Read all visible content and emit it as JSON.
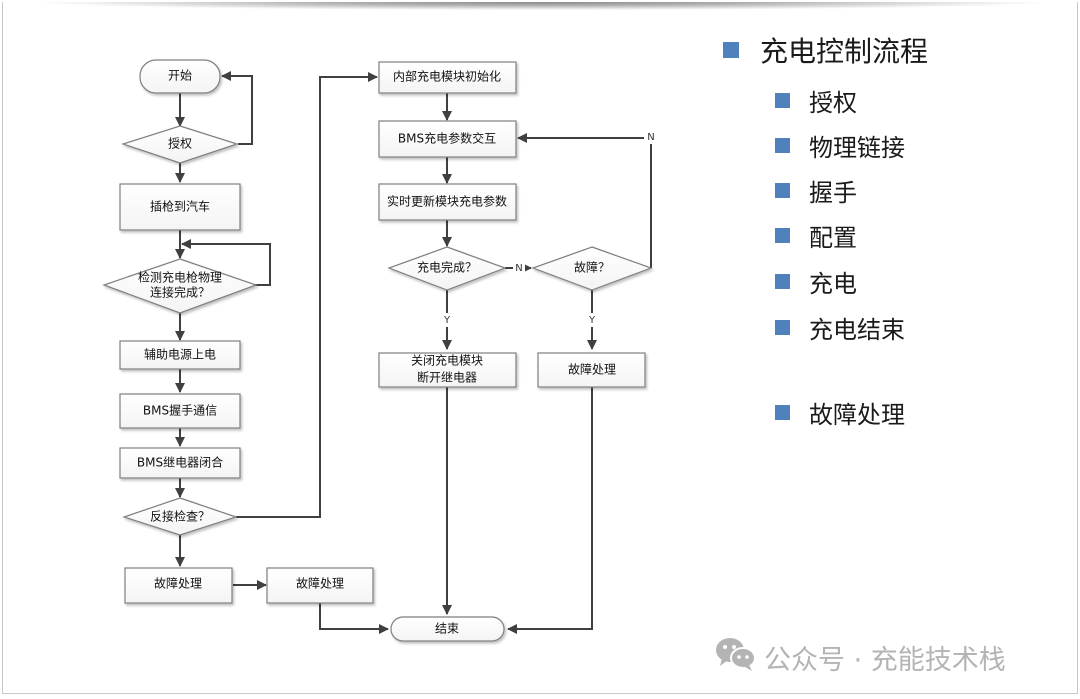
{
  "flowchart": {
    "nodes": {
      "start": "开始",
      "auth": "授权",
      "plug": "插枪到汽车",
      "detect_line1": "检测充电枪物理",
      "detect_line2": "连接完成？",
      "aux_power": "辅助电源上电",
      "bms_handshake": "BMS握手通信",
      "bms_relay": "BMS继电器闭合",
      "reverse_check": "反接检查？",
      "fault_left_1": "故障处理",
      "fault_left_2": "故障处理",
      "module_init": "内部充电模块初始化",
      "bms_param": "BMS充电参数交互",
      "update_param": "实时更新模块充电参数",
      "charge_done": "充电完成？",
      "fault_check": "故障？",
      "close_line1": "关闭充电模块",
      "close_line2": "断开继电器",
      "fault_right": "故障处理",
      "end": "结束"
    },
    "edge_labels": {
      "charge_done_no": "N",
      "fault_no": "N",
      "charge_done_yes": "Y",
      "fault_yes": "Y"
    }
  },
  "outline": {
    "title": "充电控制流程",
    "items": [
      "授权",
      "物理链接",
      "握手",
      "配置",
      "充电",
      "充电结束"
    ],
    "extra_item": "故障处理"
  },
  "watermark": {
    "text": "公众号 · 充能技术栈"
  },
  "colors": {
    "bullet": "#4f81bd",
    "line": "#404040",
    "node_border": "#7f7f7f"
  }
}
